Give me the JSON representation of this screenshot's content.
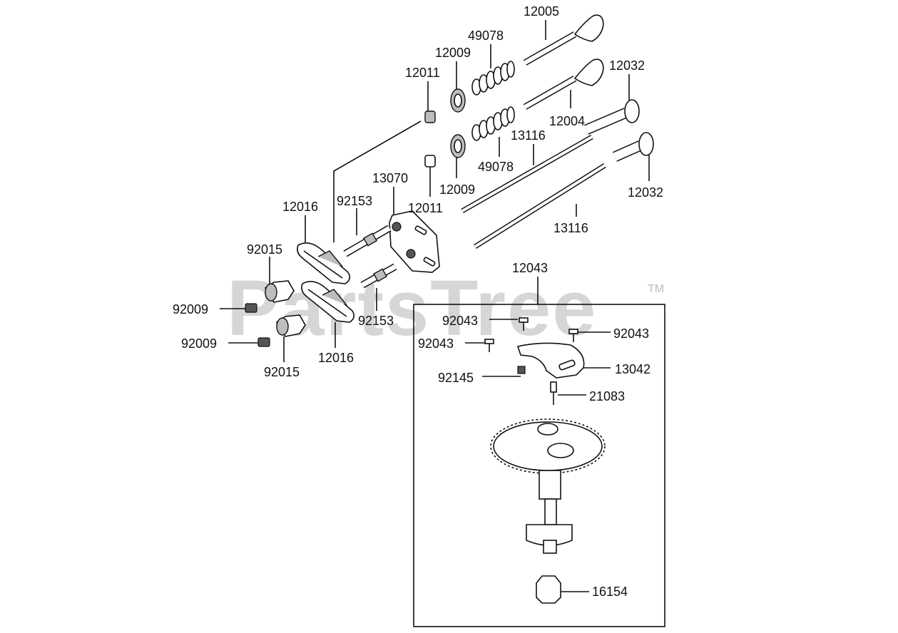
{
  "watermark": {
    "text": "PartsTree",
    "tm": "TM"
  },
  "labels": {
    "l12005": "12005",
    "l49078a": "49078",
    "l12009a": "12009",
    "l12011a": "12011",
    "l12032a": "12032",
    "l12004": "12004",
    "l13116a": "13116",
    "l49078b": "49078",
    "l13070": "13070",
    "l12009b": "12009",
    "l12011b": "12011",
    "l12032b": "12032",
    "l12016a": "12016",
    "l92153a": "92153",
    "l13116b": "13116",
    "l92015a": "92015",
    "l12043": "12043",
    "l92009a": "92009",
    "l92153b": "92153",
    "l92043a": "92043",
    "l92043b": "92043",
    "l92043c": "92043",
    "l92009b": "92009",
    "l12016b": "12016",
    "l13042": "13042",
    "l92015b": "92015",
    "l92145": "92145",
    "l21083": "21083",
    "l16154": "16154"
  }
}
